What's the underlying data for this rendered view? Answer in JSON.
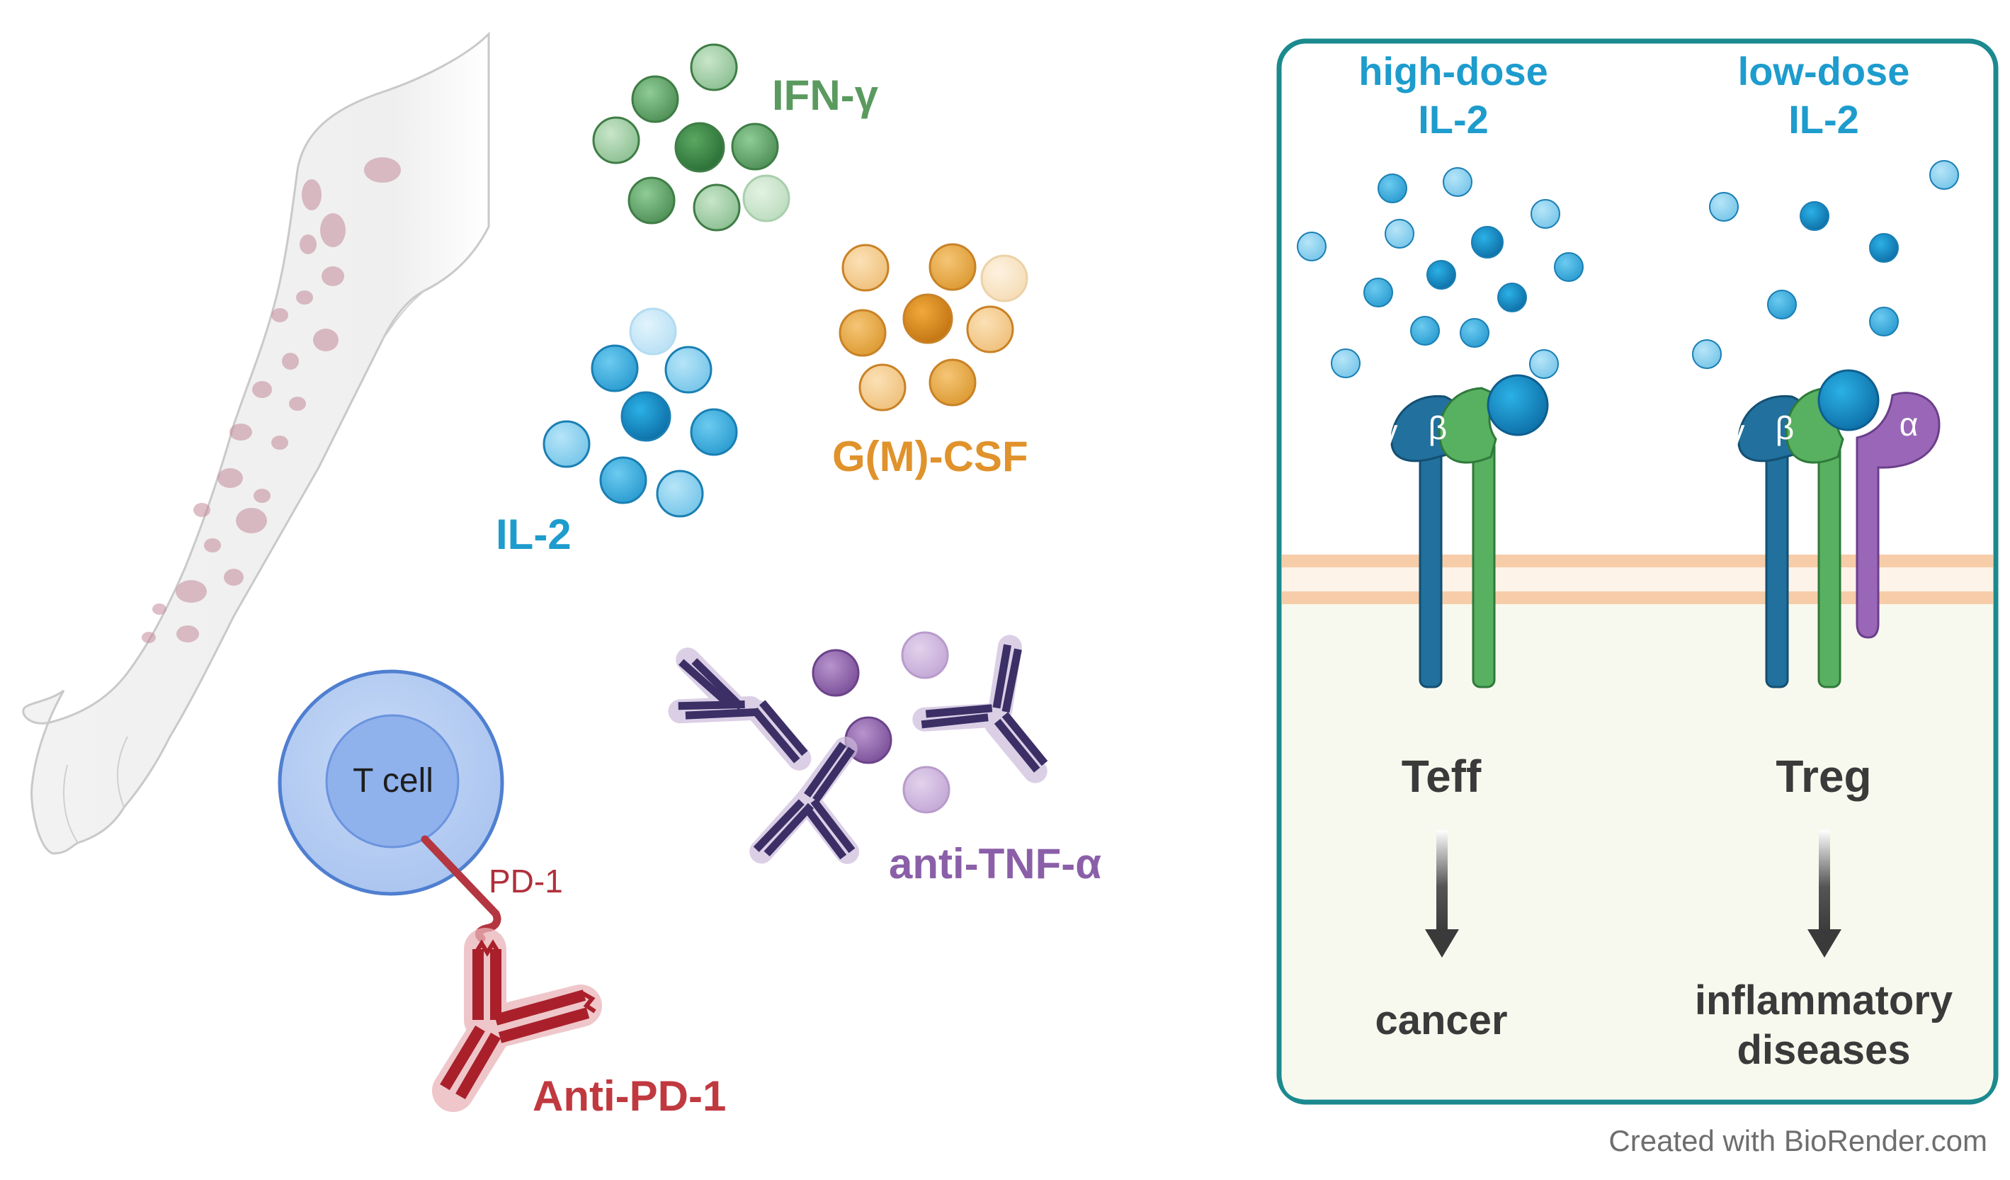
{
  "labels": {
    "ifn_gamma": "IFN-γ",
    "gm_csf": "G(M)-CSF",
    "il2": "IL-2",
    "anti_tnf": "anti-TNF-α",
    "t_cell": "T cell",
    "pd1": "PD-1",
    "anti_pd1": "Anti-PD-1"
  },
  "panel": {
    "high_dose_line1": "high-dose",
    "high_dose_line2": "IL-2",
    "low_dose_line1": "low-dose",
    "low_dose_line2": "IL-2",
    "gamma": "γ",
    "beta": "β",
    "alpha": "α",
    "teff": "Teff",
    "treg": "Treg",
    "cancer": "cancer",
    "inflammatory_line1": "inflammatory",
    "inflammatory_line2": "diseases"
  },
  "credit": "Created with BioRender.com",
  "colors": {
    "ifn": "#5a9a5f",
    "gm_csf": "#e0922b",
    "il2": "#1d9ccd",
    "anti_tnf": "#8a5fa8",
    "anti_pd1": "#c0393f",
    "panel_border": "#1b8a8f",
    "receptor_gamma": "#21709d",
    "receptor_beta": "#58b061",
    "receptor_alpha": "#9a67b8",
    "membrane": "#f6cda8",
    "text_dark": "#3a3a3a"
  }
}
